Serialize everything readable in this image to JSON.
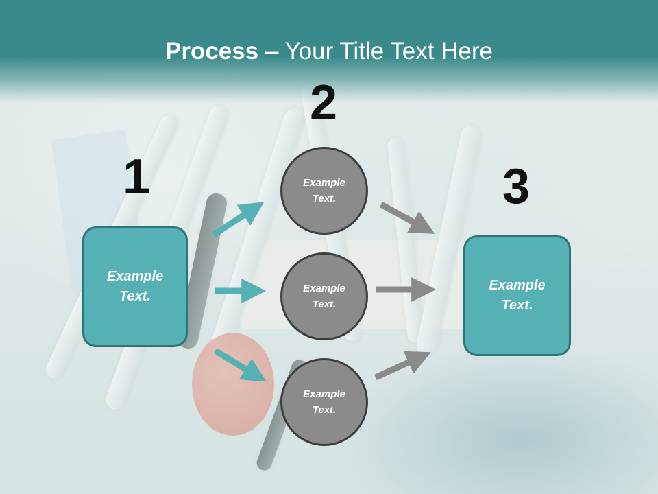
{
  "title": {
    "bold": "Process",
    "rest": " – Your Title Text Here"
  },
  "steps": {
    "one": "1",
    "two": "2",
    "three": "3"
  },
  "left_box": {
    "text": "Example Text."
  },
  "right_box": {
    "text": "Example Text."
  },
  "circles": [
    {
      "text": "Example Text."
    },
    {
      "text": "Example Text."
    },
    {
      "text": "Example Text."
    }
  ],
  "colors": {
    "header": "#3b8a8b",
    "box_fill": "#55b1b3",
    "box_border": "#2f7576",
    "teal_arrow": "#55b1b3",
    "circle_fill": "#8b8b8b",
    "gray_arrow": "#8a8a8a"
  }
}
